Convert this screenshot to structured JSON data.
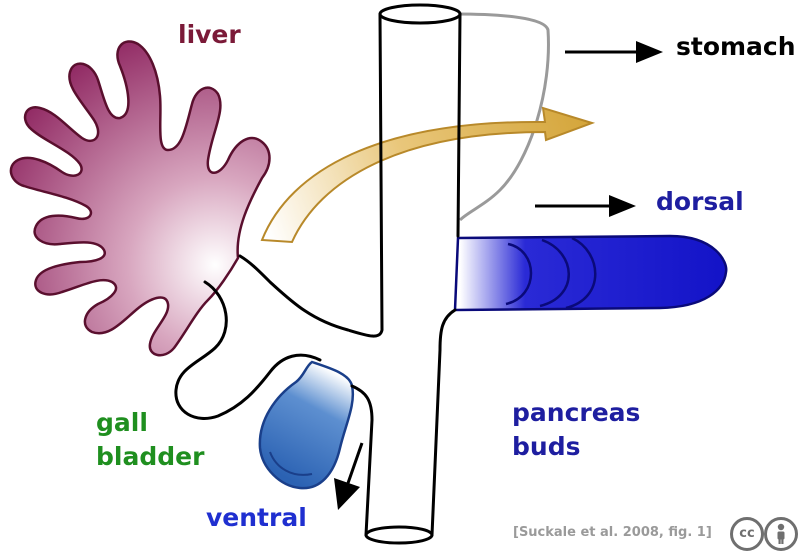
{
  "labels": {
    "liver": "liver",
    "stomach": "stomach",
    "dorsal": "dorsal",
    "pancreas_line1": "pancreas",
    "pancreas_line2": "buds",
    "gall_line1": "gall",
    "gall_line2": "bladder",
    "ventral": "ventral"
  },
  "citation": "[Suckale et al. 2008, fig. 1]",
  "license_badges": [
    {
      "icon": "cc-icon",
      "text": "cc"
    },
    {
      "icon": "attribution-person-icon",
      "text": ""
    }
  ],
  "colors": {
    "liver": "#8e2560",
    "liver_label": "#7b1a38",
    "stomach_label": "#000000",
    "dorsal": "#1414c8",
    "pancreas_label": "#1e1ea0",
    "ventral": "#2f6fbf",
    "ventral_label": "#1f2fd0",
    "gall_label": "#1f8f1f",
    "growth_arrow": "#d4a53a",
    "outline": "#000000",
    "citation": "#9a9a9a"
  }
}
